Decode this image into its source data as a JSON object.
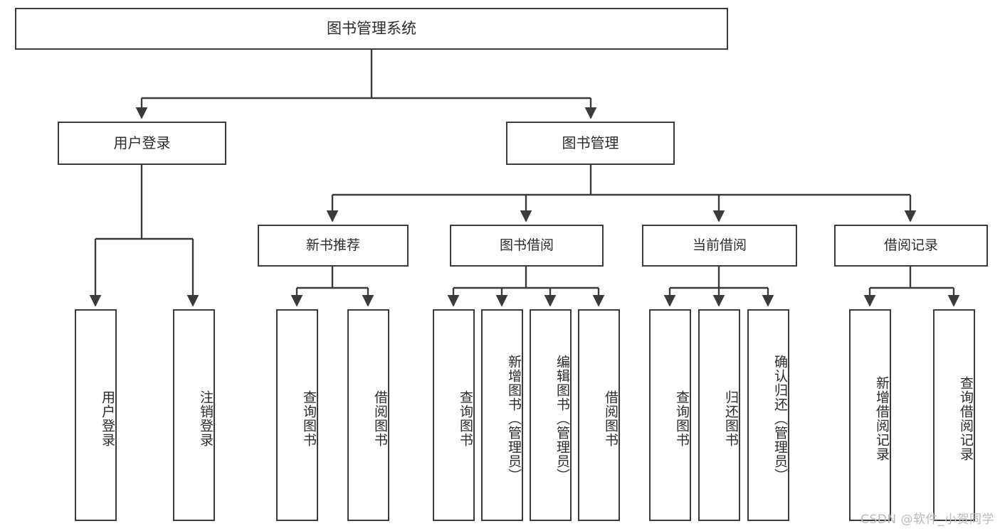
{
  "diagram": {
    "title": "图书管理系统",
    "type": "tree",
    "watermark": "CSDN @软件_小贺同学",
    "colors": {
      "stroke": "#3b3b3b",
      "fill": "#ffffff",
      "text": "#2b2b2b",
      "watermark": "#b9b9b9"
    },
    "root": {
      "label": "图书管理系统"
    },
    "level1": [
      {
        "label": "用户登录"
      },
      {
        "label": "图书管理"
      }
    ],
    "level2": [
      {
        "label": "新书推荐"
      },
      {
        "label": "图书借阅"
      },
      {
        "label": "当前借阅"
      },
      {
        "label": "借阅记录"
      }
    ],
    "leaves": {
      "user_login": [
        {
          "label": "用户登录"
        },
        {
          "label": "注销登录"
        }
      ],
      "new_book": [
        {
          "label": "查询图书"
        },
        {
          "label": "借阅图书"
        }
      ],
      "book_borrow": [
        {
          "label": "查询图书"
        },
        {
          "label": "新增图书（管理员）"
        },
        {
          "label": "编辑图书（管理员）"
        },
        {
          "label": "借阅图书"
        }
      ],
      "current_borrow": [
        {
          "label": "查询图书"
        },
        {
          "label": "归还图书"
        },
        {
          "label": "确认归还（管理员）"
        }
      ],
      "borrow_record": [
        {
          "label": "新增借阅记录"
        },
        {
          "label": "查询借阅记录"
        }
      ]
    }
  }
}
